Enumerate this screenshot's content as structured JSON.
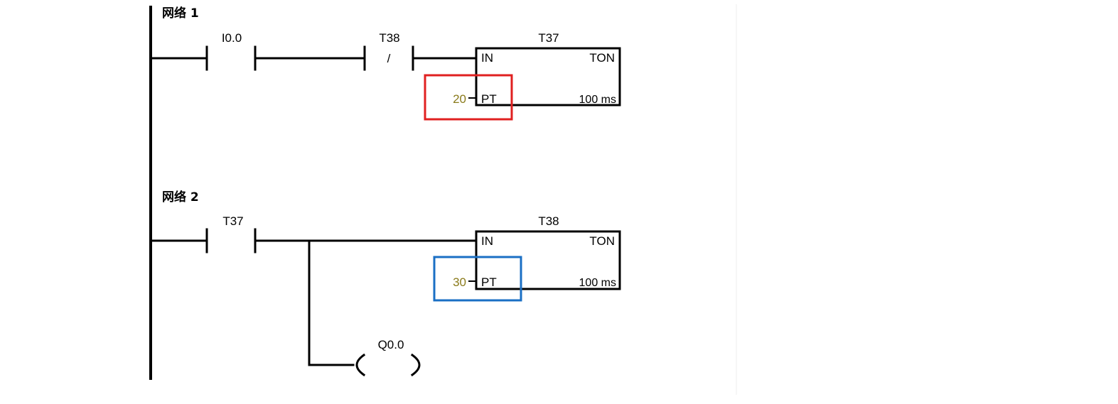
{
  "colors": {
    "wire": "#000000",
    "preset_value": "#8a7a1a",
    "highlight_net1": "#e02020",
    "highlight_net2": "#1a6fc4"
  },
  "networks": [
    {
      "title": "网络 1",
      "contacts": [
        {
          "address": "I0.0",
          "type": "normally-open"
        },
        {
          "address": "T38",
          "type": "normally-closed",
          "symbol": "/"
        }
      ],
      "timer": {
        "name": "T37",
        "type": "TON",
        "in_pin": "IN",
        "pt_pin": "PT",
        "preset": "20",
        "resolution": "100 ms"
      }
    },
    {
      "title": "网络 2",
      "contacts": [
        {
          "address": "T37",
          "type": "normally-open"
        }
      ],
      "timer": {
        "name": "T38",
        "type": "TON",
        "in_pin": "IN",
        "pt_pin": "PT",
        "preset": "30",
        "resolution": "100 ms"
      },
      "coil": {
        "address": "Q0.0"
      }
    }
  ]
}
